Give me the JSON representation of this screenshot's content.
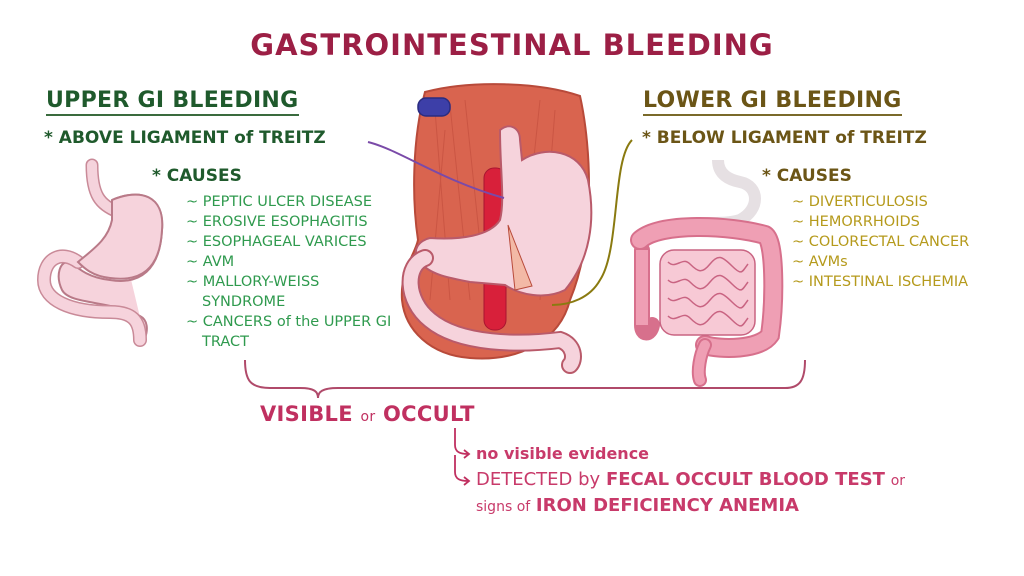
{
  "title": "GASTROINTESTINAL BLEEDING",
  "upper": {
    "heading": "UPPER GI BLEEDING",
    "location": "* ABOVE LIGAMENT of TREITZ",
    "causes_label": "* CAUSES",
    "causes": [
      "~ PEPTIC ULCER DISEASE",
      "~ EROSIVE ESOPHAGITIS",
      "~ ESOPHAGEAL VARICES",
      "~ AVM",
      "~ MALLORY-WEISS SYNDROME",
      "~ CANCERS of the UPPER GI TRACT"
    ],
    "illustration": "stomach-duodenum-icon"
  },
  "lower": {
    "heading": "LOWER GI BLEEDING",
    "location": "* BELOW LIGAMENT of TREITZ",
    "causes_label": "* CAUSES",
    "causes": [
      "~ DIVERTICULOSIS",
      "~ HEMORRHOIDS",
      "~ COLORECTAL CANCER",
      "~ AVMs",
      "~ INTESTINAL ISCHEMIA"
    ],
    "illustration": "intestines-icon"
  },
  "center_illustration": "ligament-of-treitz-anatomy-icon",
  "summary": {
    "heading_a": "VISIBLE",
    "heading_or": "or",
    "heading_b": "OCCULT",
    "point1": "no visible evidence",
    "point2_a": "DETECTED by",
    "point2_b": "FECAL OCCULT BLOOD TEST",
    "point2_c": "or",
    "point3_a": "signs of",
    "point3_b": "IRON DEFICIENCY ANEMIA",
    "arrow_icon": "curved-arrow-icon"
  },
  "colors": {
    "title": "#9c1f45",
    "upper_heading": "#1f5a2c",
    "upper_list": "#2f9a4e",
    "lower_heading": "#6b5516",
    "lower_list": "#b59a1c",
    "summary": "#c03060",
    "tissue_pink": "#f6d3dc",
    "muscle": "#d9644f",
    "aorta": "#d8203a"
  }
}
